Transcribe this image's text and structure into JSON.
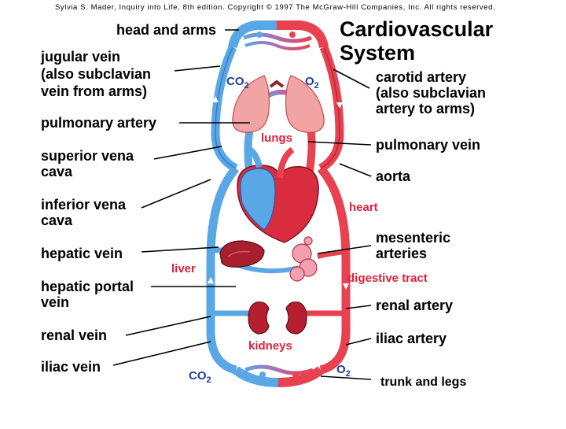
{
  "credit": "Sylvia S. Mader, Inquiry into Life, 8th edition. Copyright © 1997 The McGraw-Hill Companies, Inc. All rights reserved.",
  "title": {
    "line1": "Cardiovascular",
    "line2": "System"
  },
  "left_labels": {
    "head_and_arms": "head and arms",
    "jugular_line1": "jugular vein",
    "jugular_line2": "(also subclavian",
    "jugular_line3": "vein from arms)",
    "pulmonary_artery": "pulmonary artery",
    "svc_line1": "superior vena",
    "svc_line2": "cava",
    "ivc_line1": "inferior vena",
    "ivc_line2": "cava",
    "hepatic_vein": "hepatic vein",
    "portal_line1": "hepatic portal",
    "portal_line2": "vein",
    "renal_vein": "renal vein",
    "iliac_vein": "iliac vein"
  },
  "right_labels": {
    "carotid_line1": "carotid artery",
    "carotid_line2": "(also subclavian",
    "carotid_line3": "artery to arms)",
    "pulmonary_vein": "pulmonary vein",
    "aorta": "aorta",
    "mesenteric_line1": "mesenteric",
    "mesenteric_line2": "arteries",
    "renal_artery": "renal artery",
    "iliac_artery": "iliac artery",
    "trunk_and_legs": "trunk and legs"
  },
  "organs": {
    "lungs": "lungs",
    "heart": "heart",
    "liver": "liver",
    "digestive_tract": "digestive tract",
    "kidneys": "kidneys"
  },
  "gases": {
    "top_co2": "CO",
    "top_o2": "O",
    "bottom_co2": "CO",
    "bottom_o2": "O",
    "subscript_2": "2"
  },
  "colors": {
    "vein": "#5aa7e6",
    "vein_dark": "#1e5fae",
    "artery": "#e8414f",
    "artery_dark": "#9b1525",
    "lung": "#f2a3a3",
    "organ_label": "#e0203a",
    "gas_label": "#1c3f9c"
  }
}
